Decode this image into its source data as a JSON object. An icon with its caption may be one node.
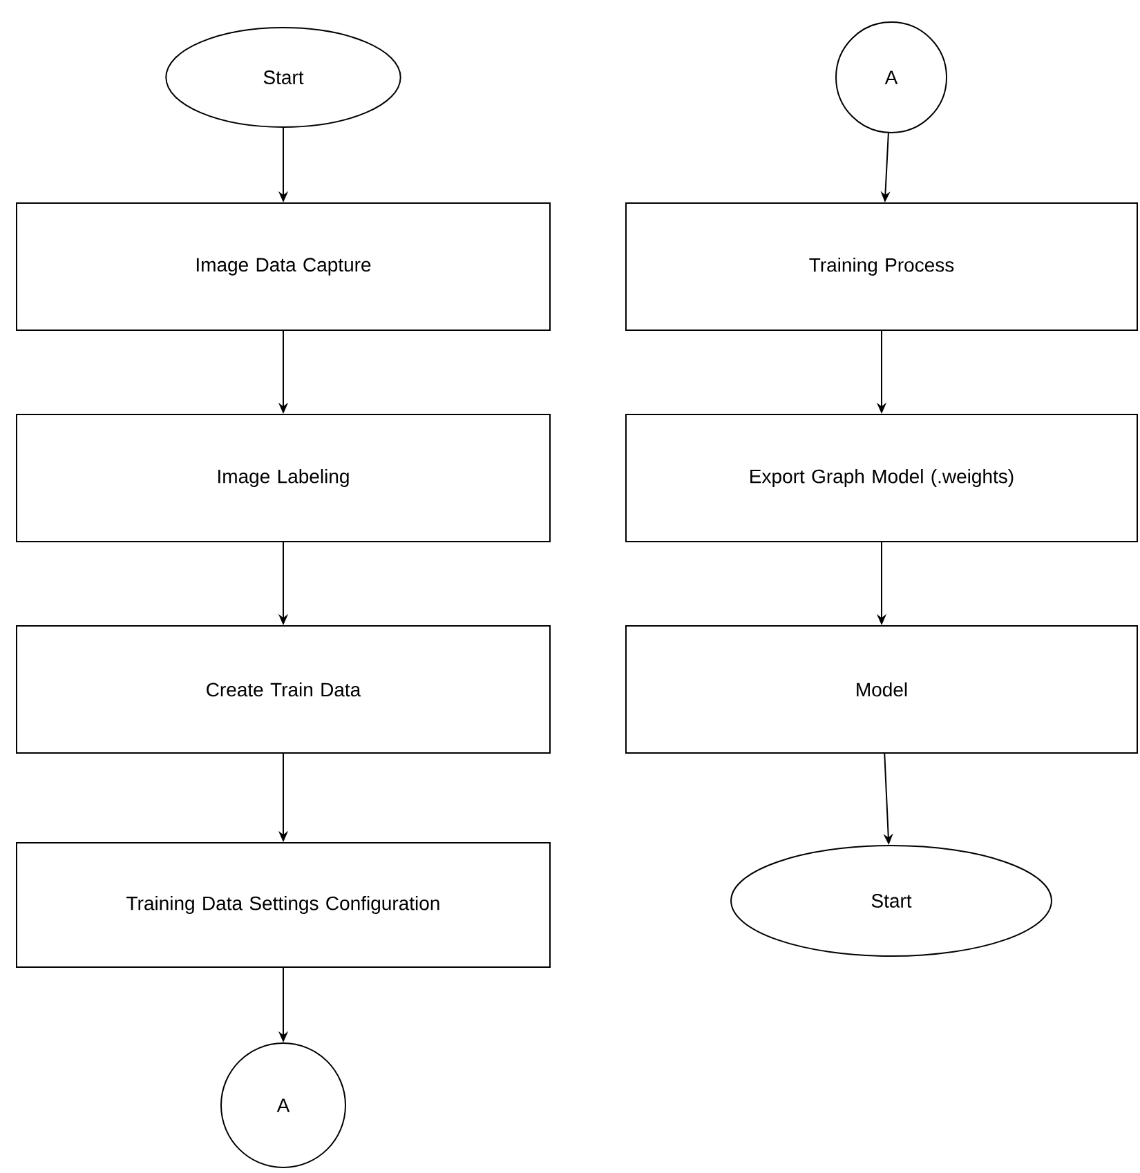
{
  "diagram": {
    "nodes": [
      {
        "text": [
          "Start"
        ]
      },
      {
        "text": [
          "Image Data Capture"
        ]
      },
      {
        "text": [
          "Image Labeling"
        ]
      },
      {
        "text": [
          "Create Train Data"
        ]
      },
      {
        "text": [
          "Training Data Settings Configuration"
        ]
      },
      {
        "text": [
          "A"
        ]
      },
      {
        "text": [
          "A"
        ]
      },
      {
        "text": [
          "Training Process"
        ]
      },
      {
        "text": [
          "Export Graph Model (.weights)"
        ]
      },
      {
        "text": [
          "Model"
        ]
      },
      {
        "text": [
          "Start"
        ]
      }
    ],
    "edges": [
      {
        "from": 0,
        "to": 1,
        "arrow": "to"
      },
      {
        "from": 1,
        "to": 2,
        "arrow": "to"
      },
      {
        "from": 2,
        "to": 3,
        "arrow": "to"
      },
      {
        "from": 3,
        "to": 4,
        "arrow": "to"
      },
      {
        "from": 4,
        "to": 5,
        "arrow": "to"
      },
      {
        "from": 6,
        "to": 7,
        "arrow": "to"
      },
      {
        "from": 7,
        "to": 8,
        "arrow": "to"
      },
      {
        "from": 8,
        "to": 9,
        "arrow": "to"
      },
      {
        "from": 9,
        "to": 10,
        "arrow": "to"
      }
    ]
  }
}
